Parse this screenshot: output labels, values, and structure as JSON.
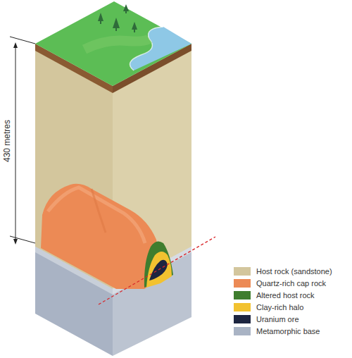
{
  "diagram": {
    "labels": [
      "430 metres"
    ],
    "legend": [
      {
        "text": "Host rock (sandstone)",
        "color": "#d3c69d"
      },
      {
        "text": "Quartz-rich cap rock",
        "color": "#ec8a55"
      },
      {
        "text": "Altered host rock",
        "color": "#3f7d2e"
      },
      {
        "text": "Clay-rich halo",
        "color": "#f2c230"
      },
      {
        "text": "Uranium ore",
        "color": "#1d2540"
      },
      {
        "text": "Metamorphic base",
        "color": "#a9b3c4"
      }
    ]
  }
}
